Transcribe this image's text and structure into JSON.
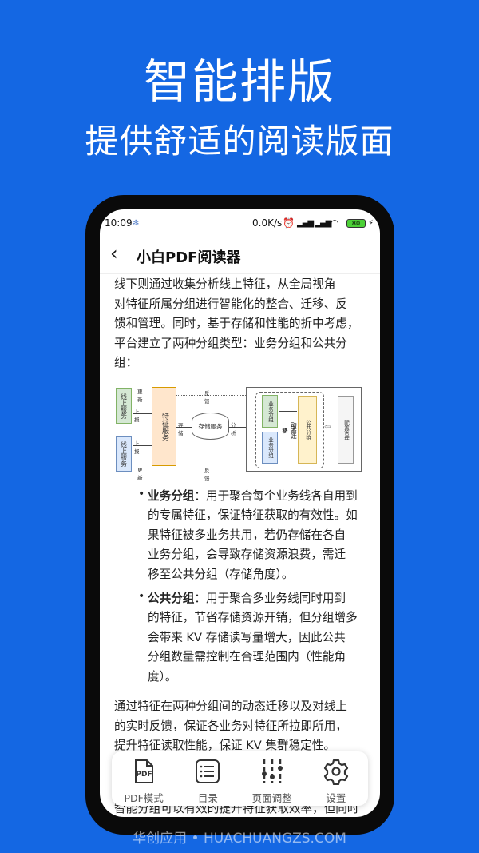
{
  "headline": "智能排版",
  "subheadline": "提供舒适的阅读版面",
  "status_bar": {
    "time": "10:09",
    "speed": "0.0K/s",
    "battery": "80"
  },
  "app": {
    "title": "小白PDF阅读器"
  },
  "content": {
    "para1": [
      "线下则通过收集分析线上特征，从全局视角",
      "对特征所属分组进行智能化的整合、迁移、反",
      "馈和管理。同时，基于存储和性能的折中考虑，",
      "平台建立了两种分组类型：业务分组和公共分",
      "组："
    ],
    "diagram": {
      "online_service": "线上服务",
      "feature_service": "特征服务",
      "storage_service": "存储服务",
      "biz_group": "业务分组",
      "public_group": "公共分组",
      "dynamic_migration": "动态迁移",
      "config_mgmt": "配置管理",
      "update": "更新",
      "report": "上报",
      "store": "存储",
      "analyze": "分析",
      "feedback": "反馈"
    },
    "bullet1": {
      "term": "业务分组",
      "lines": [
        "：用于聚合每个业务线各自用到",
        "的专属特征，保证特征获取的有效性。如",
        "果特征被多业务共用，若仍存储在各自",
        "业务分组，会导致存储资源浪费，需迁",
        "移至公共分组（存储角度）。"
      ]
    },
    "bullet2": {
      "term": "公共分组",
      "lines": [
        "：用于聚合多业务线同时用到",
        "的特征，节省存储资源开销，但分组增多",
        "会带来 KV 存储读写量增大，因此公共",
        "分组数量需控制在合理范围内（性能角",
        "度）。"
      ]
    },
    "para2": [
      "通过特征在两种分组间的动态迁移以及对线上",
      "的实时反馈，保证各业务对特征所拉即所用，",
      "提升特征读取性能，保证 KV 集群稳定性。"
    ],
    "para3": "智能分组可以有效的提升特征获取效率，但同时"
  },
  "toolbar": {
    "items": [
      {
        "label": "PDF模式",
        "icon": "pdf-icon"
      },
      {
        "label": "目录",
        "icon": "list-icon"
      },
      {
        "label": "页面调整",
        "icon": "sliders-icon"
      },
      {
        "label": "设置",
        "icon": "gear-icon"
      }
    ]
  },
  "footer": "华创应用 • HUACHUANGZS.COM",
  "colors": {
    "background": "#1467e3",
    "green_box": "#d5e8d4",
    "blue_box": "#dae8fc",
    "orange_box": "#ffe6cc",
    "yellow_box": "#fff2cc",
    "gray_box": "#f5f5f5"
  }
}
